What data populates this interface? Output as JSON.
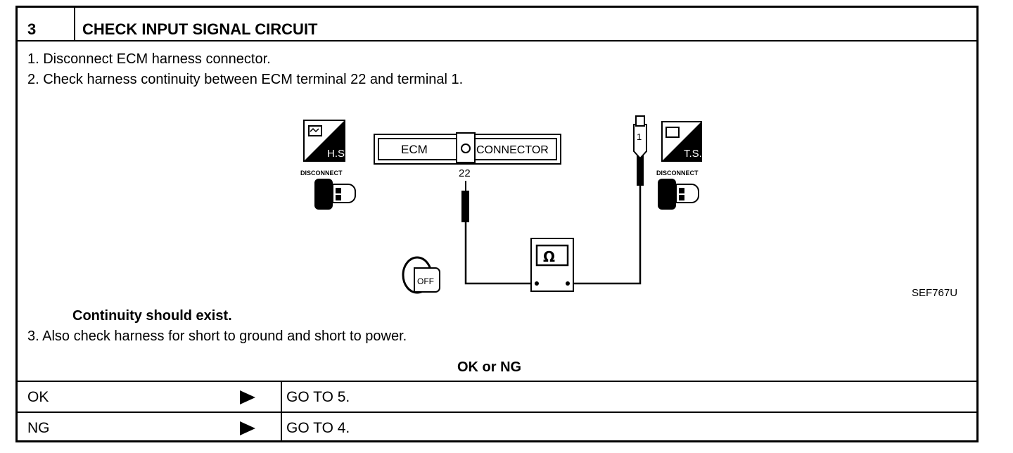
{
  "header": {
    "step_number": "3",
    "title": "CHECK INPUT SIGNAL CIRCUIT"
  },
  "instructions": [
    "1.  Disconnect ECM harness connector.",
    "2.  Check harness continuity between ECM terminal 22 and terminal 1."
  ],
  "figure": {
    "left_icon_label": "H.S.",
    "right_icon_label": "T.S.",
    "disconnect_label": "DISCONNECT",
    "ecm_label": "ECM",
    "connector_label": "CONNECTOR",
    "terminal_22": "22",
    "terminal_1": "1",
    "meter_symbol": "Ω",
    "ignition_label": "OFF",
    "figure_code": "SEF767U"
  },
  "result_text": "Continuity should exist.",
  "step3": "3.  Also check harness for short to ground and short to power.",
  "decision": {
    "heading": "OK or NG",
    "rows": [
      {
        "result": "OK",
        "action": "GO TO 5."
      },
      {
        "result": "NG",
        "action": "GO TO 4."
      }
    ]
  }
}
